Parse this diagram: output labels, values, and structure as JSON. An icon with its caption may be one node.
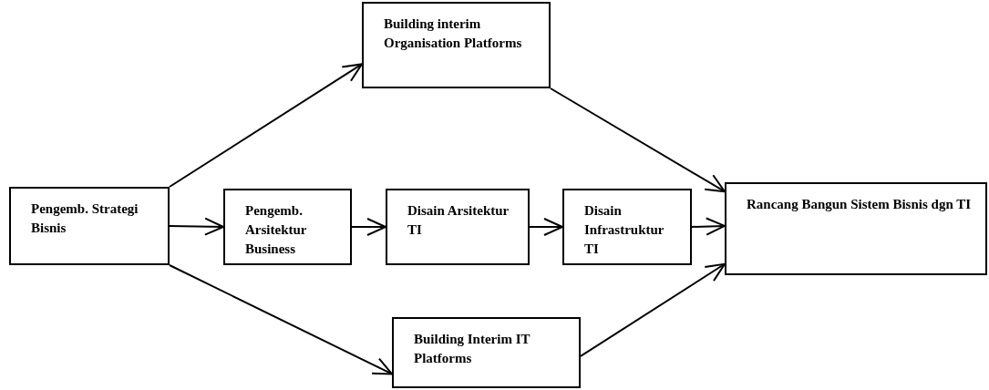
{
  "diagram": {
    "nodes": [
      {
        "text": [
          "Pengemb. Strategi Bisnis"
        ]
      },
      {
        "text": [
          "Building interim Organisation Platforms"
        ]
      },
      {
        "text": [
          "Pengemb. Arsitektur Business"
        ]
      },
      {
        "text": [
          "Disain Arsitektur TI"
        ]
      },
      {
        "text": [
          "Disain Infrastruktur TI"
        ]
      },
      {
        "text": [
          "Rancang Bangun Sistem Bisnis dgn TI"
        ]
      },
      {
        "text": [
          "Building Interim IT Platforms"
        ]
      }
    ],
    "edges": [
      {
        "from": 0,
        "to": 1,
        "arrow": "to"
      },
      {
        "from": 0,
        "to": 2,
        "arrow": "to"
      },
      {
        "from": 0,
        "to": 6,
        "arrow": "to"
      },
      {
        "from": 2,
        "to": 3,
        "arrow": "to"
      },
      {
        "from": 3,
        "to": 4,
        "arrow": "to"
      },
      {
        "from": 4,
        "to": 5,
        "arrow": "to"
      },
      {
        "from": 1,
        "to": 5,
        "arrow": "to"
      },
      {
        "from": 6,
        "to": 5,
        "arrow": "to"
      }
    ]
  }
}
